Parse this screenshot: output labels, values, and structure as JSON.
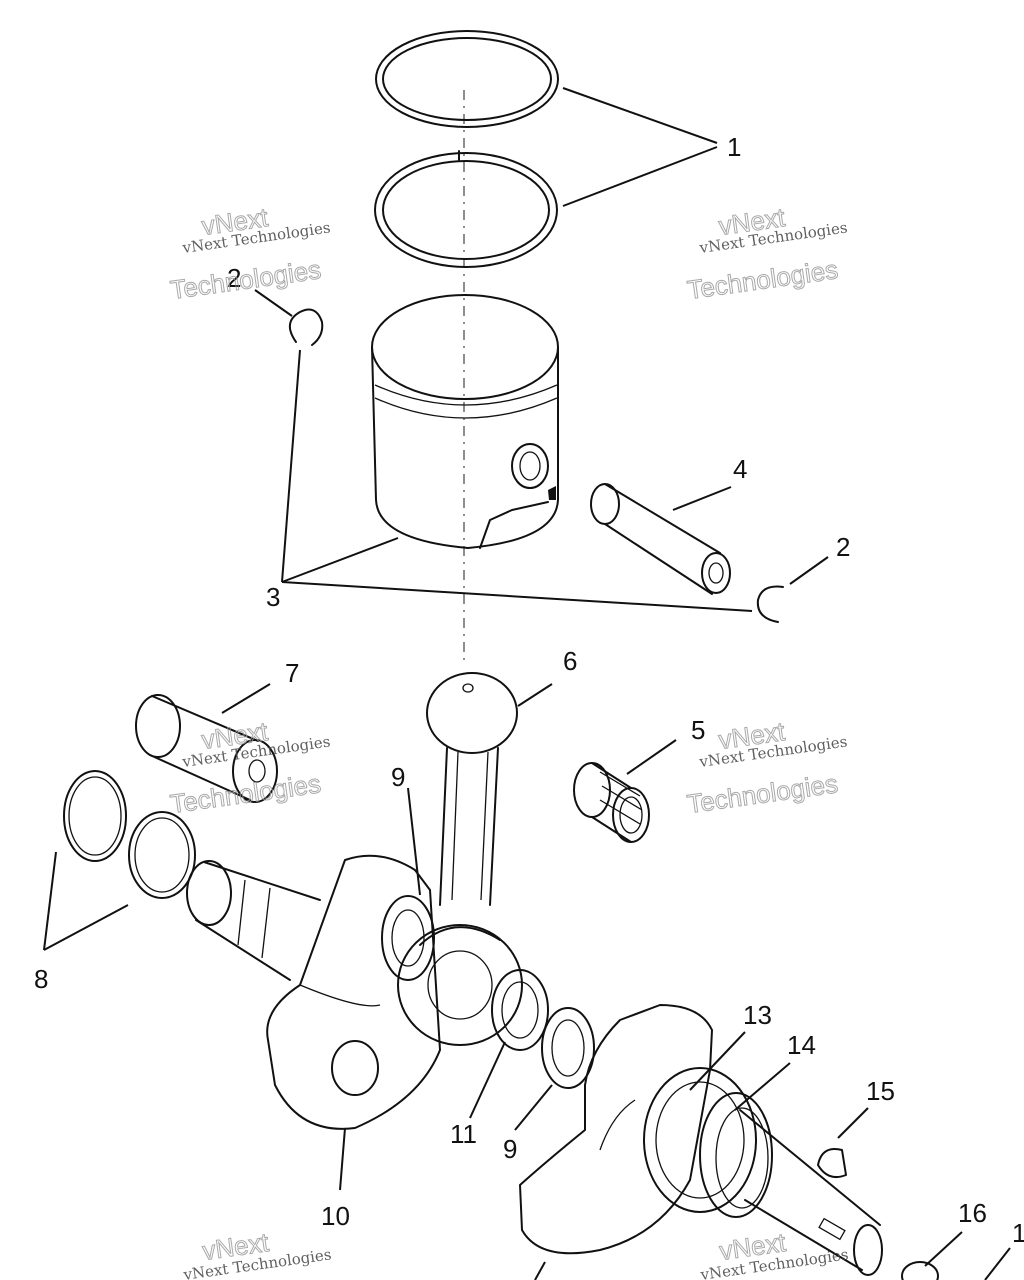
{
  "callouts": {
    "c1": "1",
    "c2a": "2",
    "c2b": "2",
    "c3": "3",
    "c4": "4",
    "c5": "5",
    "c6": "6",
    "c7": "7",
    "c8": "8",
    "c9a": "9",
    "c9b": "9",
    "c10": "10",
    "c11": "11",
    "c13": "13",
    "c14": "14",
    "c15": "15",
    "c16": "16",
    "c17": "1"
  },
  "watermark": {
    "line_small": "vNext Technologies",
    "word_vnext": "vNext",
    "word_technologies": "Technologies"
  }
}
